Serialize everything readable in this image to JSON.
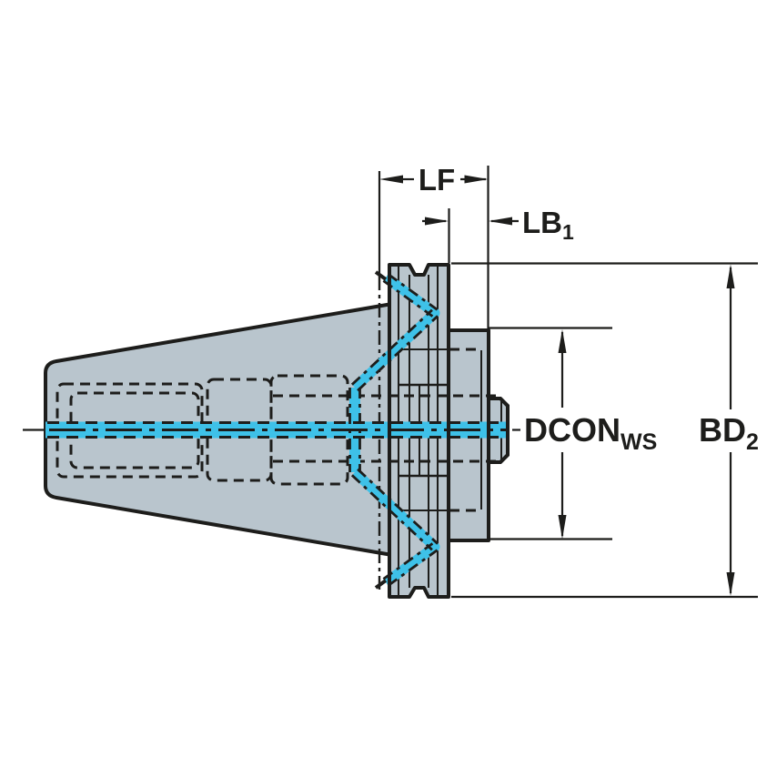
{
  "drawing": {
    "description": "Technical side-view drawing of a steep-taper tool holder adapter with V-flange, rear cylinder and pilot stub, with coolant channel highlights and dimension callouts",
    "labels": {
      "lf": "LF",
      "lb": "LB",
      "lb_sub": "1",
      "dcon": "DCON",
      "dcon_sub": "WS",
      "bd": "BD",
      "bd_sub": "2"
    },
    "colors": {
      "background": "#ffffff",
      "outline": "#1d1d1b",
      "body_fill": "#b9c5cd",
      "coolant_highlight": "#3ec1e8"
    }
  }
}
